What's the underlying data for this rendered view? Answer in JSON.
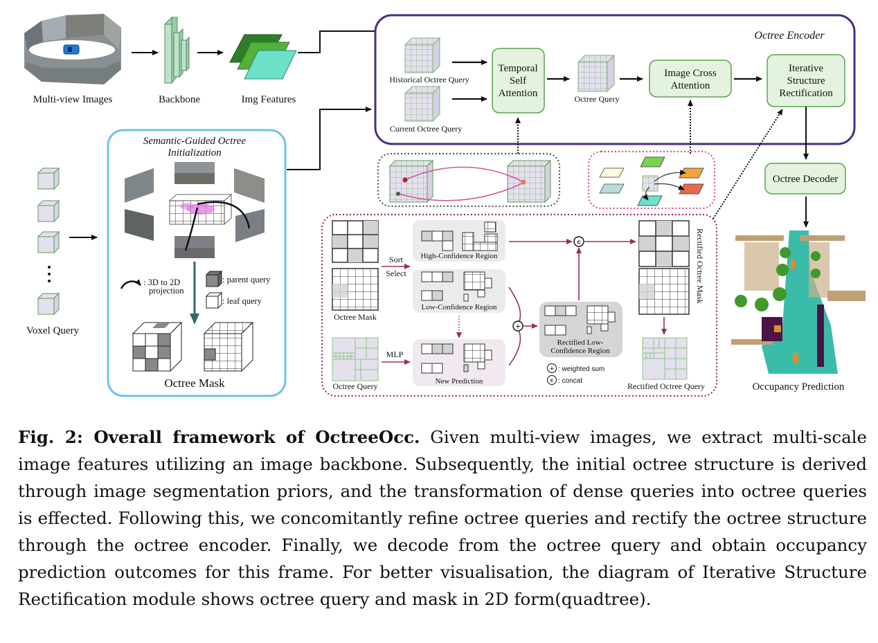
{
  "figure": {
    "input": {
      "multiview_label": "Multi-view Images",
      "backbone_label": "Backbone",
      "img_features_label": "Img Features",
      "voxel_query_label": "Voxel Query"
    },
    "sgoi": {
      "title_line1": "Semantic-Guided Octree",
      "title_line2": "Initialization",
      "legend_projection_line1": ": 3D to 2D",
      "legend_projection_line2": "projection",
      "legend_parent": ": parent query",
      "legend_leaf": ": leaf query",
      "octree_mask_label": "Octree Mask"
    },
    "encoder": {
      "title": "Octree Encoder",
      "historical_query_label": "Historical Octree Query",
      "current_query_label": "Current Octree Query",
      "tsa_line1": "Temporal",
      "tsa_line2": "Self",
      "tsa_line3": "Attention",
      "octree_query_label": "Octree Query",
      "ica_line1": "Image Cross",
      "ica_line2": "Attention",
      "isr_line1": "Iterative",
      "isr_line2": "Structure",
      "isr_line3": "Rectification"
    },
    "decoder": {
      "label": "Octree Decoder",
      "output_label": "Occupancy Prediction"
    },
    "isr_detail": {
      "octree_mask_label": "Octree Mask",
      "octree_query_label": "Octree Query",
      "sort_label": "Sort",
      "select_label": "Select",
      "mlp_label": "MLP",
      "high_conf_label": "High-Confidence Region",
      "low_conf_label": "Low-Confidence Region",
      "new_pred_label": "New Prediction",
      "rect_low_line1": "Rectified Low-",
      "rect_low_line2": "Confidence Region",
      "legend_plus": ": weighted sum",
      "legend_concat": ": concat",
      "plus_symbol": "+",
      "concat_symbol": "c",
      "rect_mask_label": "Rectified Octree Mask",
      "rect_query_label": "Rectified Octree Query"
    },
    "colors": {
      "encoder_border": "#4b2a86",
      "sgoi_border": "#6ec1ee",
      "module_fill": "#e3f3df",
      "module_border": "#5aa150",
      "isr_border": "#9c2c66",
      "cross_attn_border": "#e34a9a",
      "arrow_teal": "#2d6e64",
      "query_fill": "#e4e0ee",
      "query_line": "#5e9a55"
    }
  },
  "caption": {
    "label": "Fig. 2: Overall framework of OctreeOcc.",
    "text": " Given multi-view images, we extract multi-scale image features utilizing an image backbone. Subsequently, the initial octree structure is derived through image segmentation priors, and the transformation of dense queries into octree queries is effected. Following this, we concomitantly refine octree queries and rectify the octree structure through the octree encoder. Finally, we decode from the octree query and obtain occupancy prediction outcomes for this frame. For better visualisation, the diagram of Iterative Structure Rectification module shows octree query and mask in 2D form(quadtree)."
  }
}
